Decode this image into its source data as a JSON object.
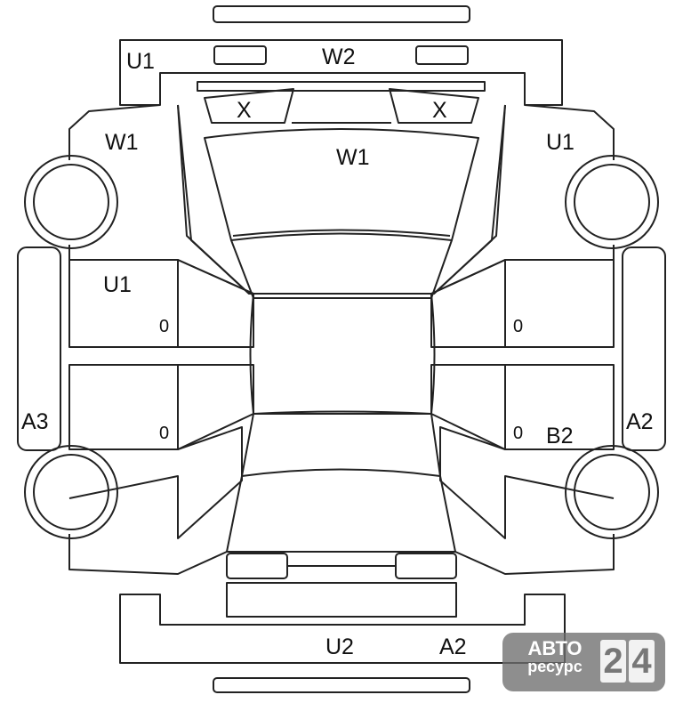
{
  "labels": {
    "top_left_u1": "U1",
    "top_center_w2": "W2",
    "glass_x_left": "X",
    "glass_x_right": "X",
    "left_fender_w1": "W1",
    "windshield_w1": "W1",
    "right_fender_u1": "U1",
    "left_front_door_u1": "U1",
    "left_sill_a3": "A3",
    "right_sill_a2": "A2",
    "right_rear_door_b2": "B2",
    "rear_bumper_u2": "U2",
    "rear_bumper_a2": "A2",
    "door_handle_lf": "0",
    "door_handle_lr": "0",
    "door_handle_rf": "0",
    "door_handle_rr": "0"
  },
  "watermark": {
    "line1": "АВТО",
    "line2": "ресурс",
    "digit1": "2",
    "digit2": "4"
  },
  "colors": {
    "stroke": "#222222",
    "watermark_bg": "#6e6e6e"
  }
}
